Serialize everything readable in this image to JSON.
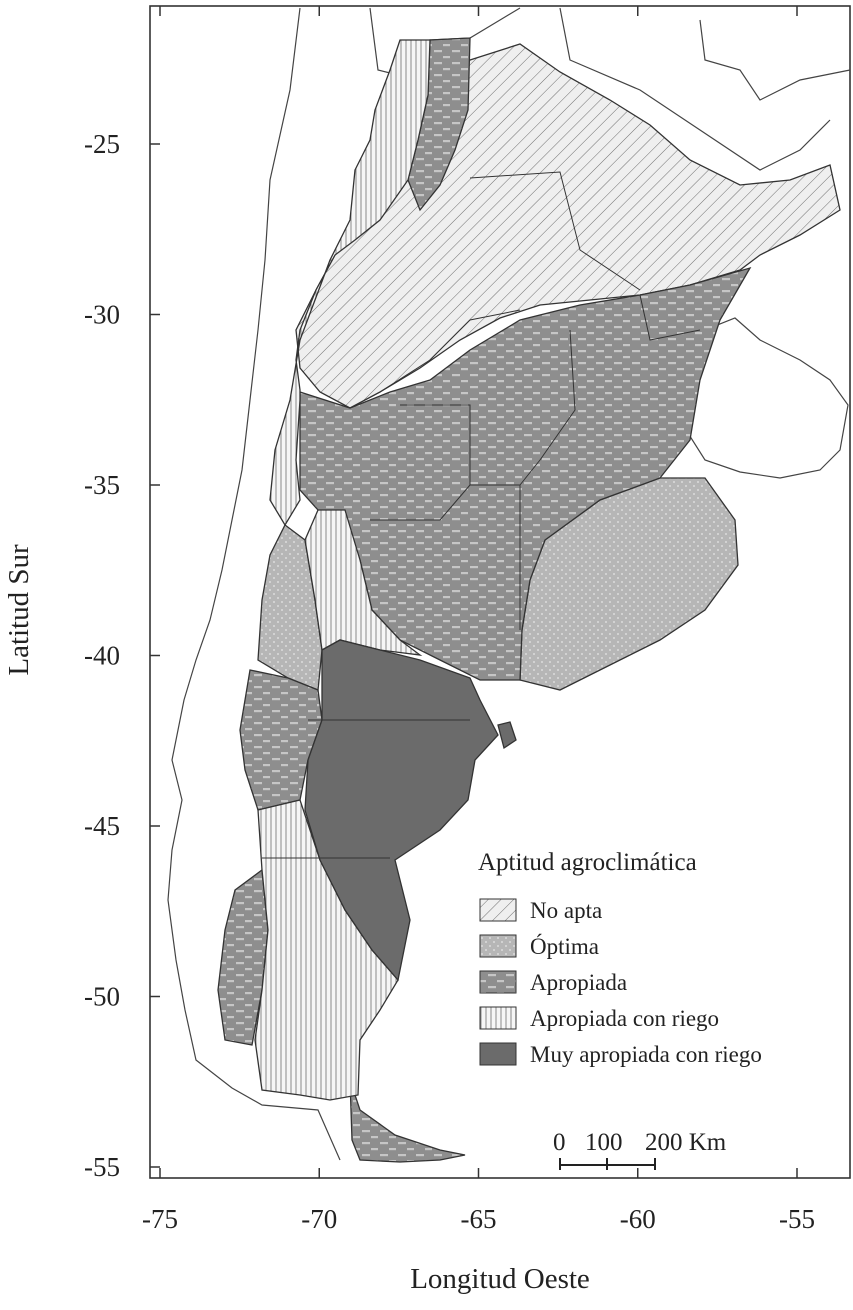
{
  "axes": {
    "x_title": "Longitud Oeste",
    "y_title": "Latitud Sur",
    "x_ticks": [
      {
        "value": -75,
        "label": "-75"
      },
      {
        "value": -70,
        "label": "-70"
      },
      {
        "value": -65,
        "label": "-65"
      },
      {
        "value": -60,
        "label": "-60"
      },
      {
        "value": -55,
        "label": "-55"
      }
    ],
    "y_ticks": [
      {
        "value": -25,
        "label": "-25"
      },
      {
        "value": -30,
        "label": "-30"
      },
      {
        "value": -35,
        "label": "-35"
      },
      {
        "value": -40,
        "label": "-40"
      },
      {
        "value": -45,
        "label": "-45"
      },
      {
        "value": -50,
        "label": "-50"
      },
      {
        "value": -55,
        "label": "-55"
      }
    ]
  },
  "legend": {
    "title": "Aptitud agroclimática",
    "items": [
      {
        "key": "no_apta",
        "label": "No apta"
      },
      {
        "key": "optima",
        "label": "Óptima"
      },
      {
        "key": "apropiada",
        "label": "Apropiada"
      },
      {
        "key": "apropiada_riego",
        "label": "Apropiada con riego"
      },
      {
        "key": "muy_apropiada_riego",
        "label": "Muy apropiada con riego"
      }
    ]
  },
  "scale_bar": {
    "tick_labels": [
      "0",
      "100",
      "200 Km"
    ]
  },
  "colors": {
    "no_apta": "#ececec",
    "optima": "#b7b7b7",
    "apropiada": "#909090",
    "apropiada_riego": "#f4f4f4",
    "muy_apropiada_riego": "#6b6b6b",
    "outline": "#333333"
  }
}
